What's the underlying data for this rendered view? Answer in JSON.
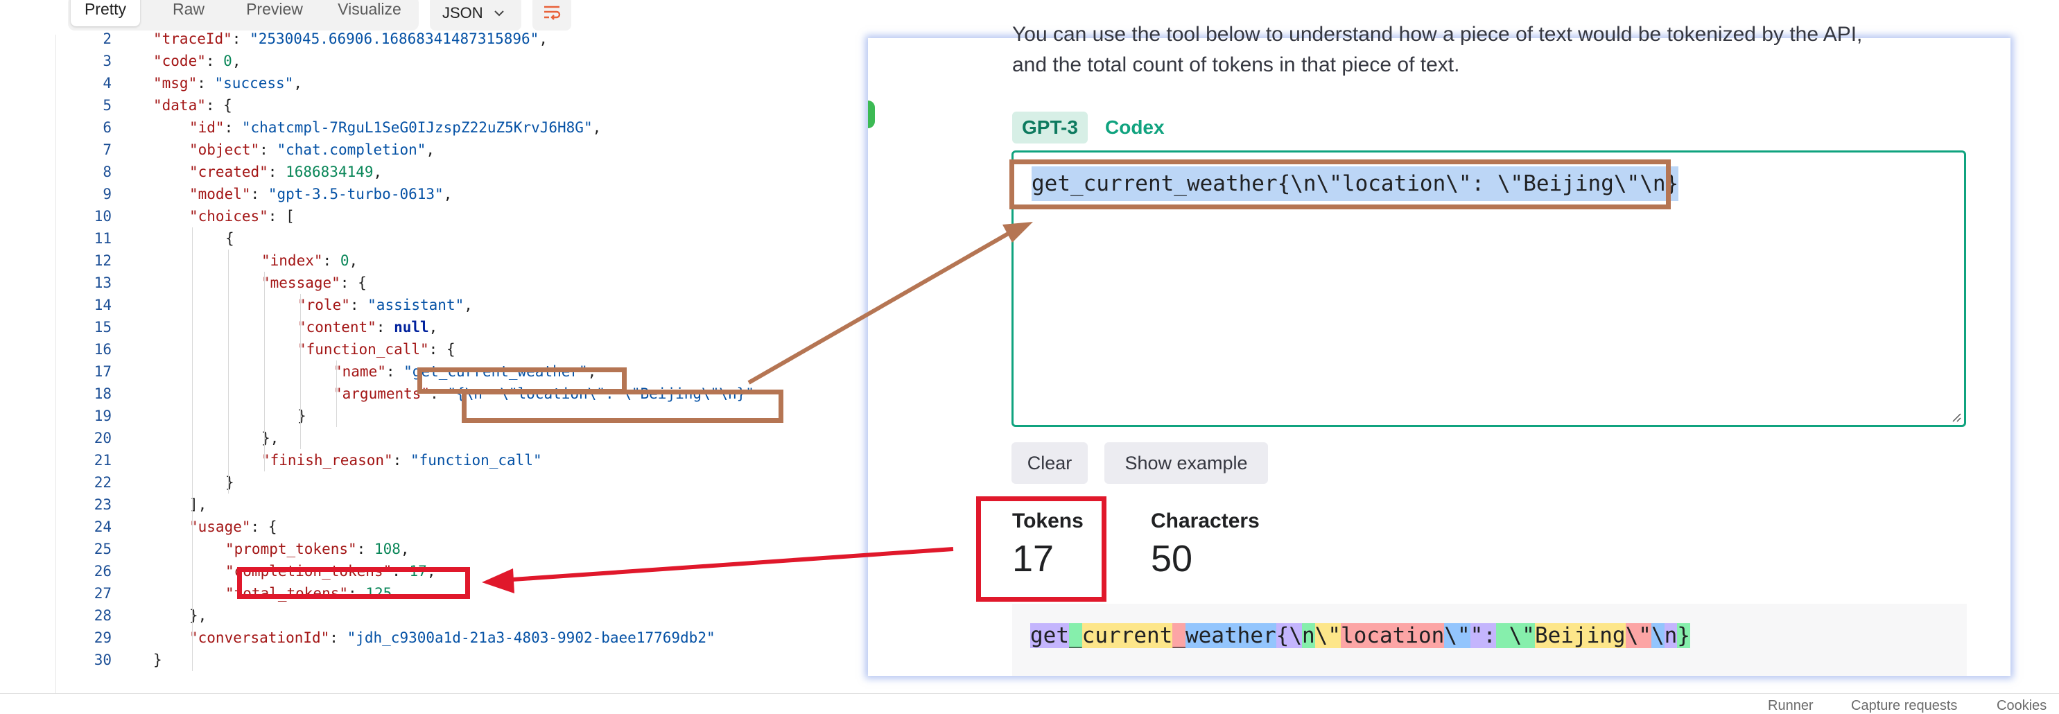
{
  "toolbar": {
    "tabs": [
      {
        "label": "Pretty",
        "active": true
      },
      {
        "label": "Raw",
        "active": false
      },
      {
        "label": "Preview",
        "active": false
      },
      {
        "label": "Visualize",
        "active": false
      }
    ],
    "format": "JSON",
    "format_icon": "chevron-down-icon",
    "wrap_icon": "wrap-lines-icon"
  },
  "code": {
    "lines": [
      {
        "n": "2",
        "t": "\"traceId\": \"2530045.66906.16868341487315896\","
      },
      {
        "n": "3",
        "t": "\"code\": 0,"
      },
      {
        "n": "4",
        "t": "\"msg\": \"success\","
      },
      {
        "n": "5",
        "t": "\"data\": {"
      },
      {
        "n": "6",
        "t": "\"id\": \"chatcmpl-7RguL1SeG0IJzspZ22uZ5KrvJ6H8G\","
      },
      {
        "n": "7",
        "t": "\"object\": \"chat.completion\","
      },
      {
        "n": "8",
        "t": "\"created\": 1686834149,"
      },
      {
        "n": "9",
        "t": "\"model\": \"gpt-3.5-turbo-0613\","
      },
      {
        "n": "10",
        "t": "\"choices\": ["
      },
      {
        "n": "11",
        "t": "{"
      },
      {
        "n": "12",
        "t": "\"index\": 0,"
      },
      {
        "n": "13",
        "t": "\"message\": {"
      },
      {
        "n": "14",
        "t": "\"role\": \"assistant\","
      },
      {
        "n": "15",
        "t": "\"content\": null,"
      },
      {
        "n": "16",
        "t": "\"function_call\": {"
      },
      {
        "n": "17",
        "t": "\"name\": \"get_current_weather\","
      },
      {
        "n": "18",
        "t": "\"arguments\": \"{\\n  \\\"location\\\": \\\"Beijing\\\"\\n}\""
      },
      {
        "n": "19",
        "t": "}"
      },
      {
        "n": "20",
        "t": "},"
      },
      {
        "n": "21",
        "t": "\"finish_reason\": \"function_call\""
      },
      {
        "n": "22",
        "t": "}"
      },
      {
        "n": "23",
        "t": "],"
      },
      {
        "n": "24",
        "t": "\"usage\": {"
      },
      {
        "n": "25",
        "t": "\"prompt_tokens\": 108,"
      },
      {
        "n": "26",
        "t": "\"completion_tokens\": 17,"
      },
      {
        "n": "27",
        "t": "\"total_tokens\": 125"
      },
      {
        "n": "28",
        "t": "},"
      },
      {
        "n": "29",
        "t": "\"conversationId\": \"jdh_c9300a1d-21a3-4803-9902-baee17769db2\""
      },
      {
        "n": "30",
        "t": "}"
      }
    ]
  },
  "tokenizer": {
    "intro_line1": "You can use the tool below to understand how a piece of text would be tokenized by the API,",
    "intro_line2": "and the total count of tokens in that piece of text.",
    "tabs": [
      {
        "label": "GPT-3",
        "active": true
      },
      {
        "label": "Codex",
        "active": false
      }
    ],
    "input_text": "get_current_weather{\\n\\\"location\\\": \\\"Beijing\\\"\\n}",
    "clear_label": "Clear",
    "example_label": "Show example",
    "tokens_label": "Tokens",
    "tokens_value": "17",
    "chars_label": "Characters",
    "chars_value": "50",
    "tokens": [
      "get",
      "_",
      "current",
      "_",
      "weather",
      "{\\",
      "n",
      "\\\"",
      "location",
      "\\\"",
      "\":",
      " \\\"",
      "Beijing",
      "\\\"",
      "\\",
      "n",
      "}"
    ],
    "token_palette": [
      "#c4b5fd",
      "#86efac",
      "#fde68a",
      "#fca5a5",
      "#93c5fd"
    ]
  },
  "statusbar": {
    "items": [
      "Runner",
      "Capture requests",
      "Cookies"
    ]
  },
  "annotations": {
    "brown": "#b57553",
    "red": "#e0182b"
  }
}
